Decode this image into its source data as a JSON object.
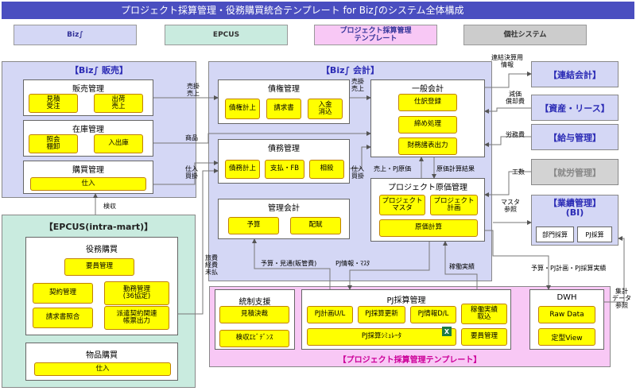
{
  "title": "プロジェクト採算管理・役務購買統合テンプレート for Biz∫のシステム全体構成",
  "legend": {
    "biz": "Biz∫",
    "epcus": "EPCUS",
    "template": "プロジェクト採算管理\nテンプレート",
    "individual": "個社システム"
  },
  "biz_sales": {
    "title": "【Biz∫ 販売】",
    "sales": {
      "title": "販売管理",
      "btn1": "見積\n受注",
      "btn2": "出荷\n売上"
    },
    "inventory": {
      "title": "在庫管理",
      "btn1": "照会\n棚卸",
      "btn2": "入出庫"
    },
    "purchase": {
      "title": "購買管理",
      "btn1": "仕入"
    }
  },
  "biz_acct": {
    "title": "【Biz∫ 会計】",
    "receivable": {
      "title": "債権管理",
      "btn1": "債権計上",
      "btn2": "請求書",
      "btn3": "入金\n消込"
    },
    "payable": {
      "title": "債務管理",
      "btn1": "債務計上",
      "btn2": "支払・FB",
      "btn3": "相殺"
    },
    "mgmt": {
      "title": "管理会計",
      "btn1": "予算",
      "btn2": "配賦"
    },
    "general": {
      "title": "一般会計",
      "btn1": "仕訳登録",
      "btn2": "締め処理",
      "btn3": "財務諸表出力"
    },
    "project_cost": {
      "title": "プロジェクト原価管理",
      "btn1": "プロジェクト\nマスタ",
      "btn2": "プロジェクト\n計画",
      "btn3": "原価計算"
    }
  },
  "epcus": {
    "title": "【EPCUS(intra-mart)】",
    "services": {
      "title": "役務購買",
      "btn1": "要員管理",
      "btn2": "契約管理",
      "btn3": "勤務管理\n(36協定)",
      "btn4": "請求書照合",
      "btn5": "派遣契約関連\n帳票出力"
    },
    "goods": {
      "title": "物品購買",
      "btn1": "仕入"
    }
  },
  "template": {
    "footer": "【プロジェクト採算管理テンプレート】",
    "control": {
      "title": "統制支援",
      "btn1": "見積決裁",
      "btn2": "検収ｴﾋﾞﾃﾞﾝｽ"
    },
    "pj": {
      "title": "PJ採算管理",
      "btn1": "PJ計画U/L",
      "btn2": "PJ採算更新",
      "btn3": "PJ情報D/L",
      "btn4": "稼働実績\n取込",
      "btn5": "PJ採算ｼﾐｭﾚｰﾀ",
      "btn6": "要員管理"
    },
    "dwh": {
      "title": "DWH",
      "btn1": "Raw Data",
      "btn2": "定型View"
    }
  },
  "external": {
    "consolidated": "【連結会計】",
    "assets": "【資産・リース】",
    "payroll": "【給与管理】",
    "attendance": "【就労管理】",
    "bi": {
      "title": "【業績管理】\n(BI)",
      "btn1": "部門採算",
      "btn2": "PJ採算"
    }
  },
  "labels": {
    "sales_ar": "売掛\n売上",
    "goods": "商品",
    "purchase_ap": "仕入\n買掛",
    "inspection": "検収",
    "travel": "旅費\n経費\n未払",
    "ar_sales2": "売掛\n売上",
    "ap_purchase2": "仕入\n買掛",
    "sales_pj_cost": "売上・PJ原価",
    "cost_calc_result": "原価計算結果",
    "budget_forecast": "予算・見通(販管費)",
    "pj_info_master": "PJ情報・ﾏｽﾀ",
    "actual_work": "稼働実績",
    "consolidation_info": "連結決算用\n情報",
    "depreciation": "減価\n償却費",
    "labor_cost": "労務費",
    "hours": "工数",
    "master_ref": "マスタ\n参照",
    "pj_plan_actual": "予算・PJ計画・PJ採算実績",
    "agg_data_ref": "集計\nデータ\n参照"
  }
}
